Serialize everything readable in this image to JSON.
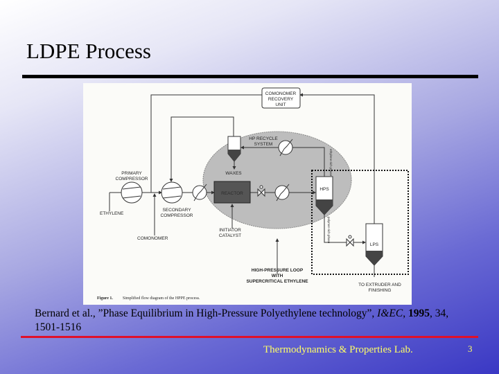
{
  "slide": {
    "title": "LDPE Process",
    "page_number": "3",
    "footer": "Thermodynamics & Properties Lab."
  },
  "citation": {
    "authors": "Bernard et al., ",
    "title": "”Phase Equilibrium in High-Pressure Polyethylene technology”, ",
    "journal": "I&EC",
    "sep1": ", ",
    "year": "1995",
    "rest": ", 34, 1501-1516"
  },
  "figure": {
    "caption_label": "Figure 1.",
    "caption_text": "Simplified flow diagram of the HPPE process.",
    "labels": {
      "comonomer_recovery_1": "COMONOMER",
      "comonomer_recovery_2": "RECOVERY",
      "comonomer_recovery_3": "UNIT",
      "hp_recycle_1": "HP RECYCLE",
      "hp_recycle_2": "SYSTEM",
      "waxes": "WAXES",
      "primary_1": "PRIMARY",
      "primary_2": "COMPRESSOR",
      "ethylene": "ETHYLENE",
      "secondary_1": "SECONDARY",
      "secondary_2": "COMPRESSOR",
      "comonomer": "COMONOMER",
      "reactor": "REACTOR",
      "initiator_1": "INITIATOR",
      "initiator_2": "CATALYST",
      "hps": "HPS",
      "lps": "LPS",
      "ethylene_rich": "ethylene-rich phase",
      "polymer_rich": "polymer-rich phase",
      "loop_1": "HIGH-PRESSURE LOOP",
      "loop_2": "WITH",
      "loop_3": "SUPERCRITICAL ETHYLENE",
      "extruder_1": "TO EXTRUDER AND",
      "extruder_2": "FINISHING"
    }
  },
  "colors": {
    "accent_red": "#e0102a",
    "footer_yellow": "#ffff66"
  }
}
